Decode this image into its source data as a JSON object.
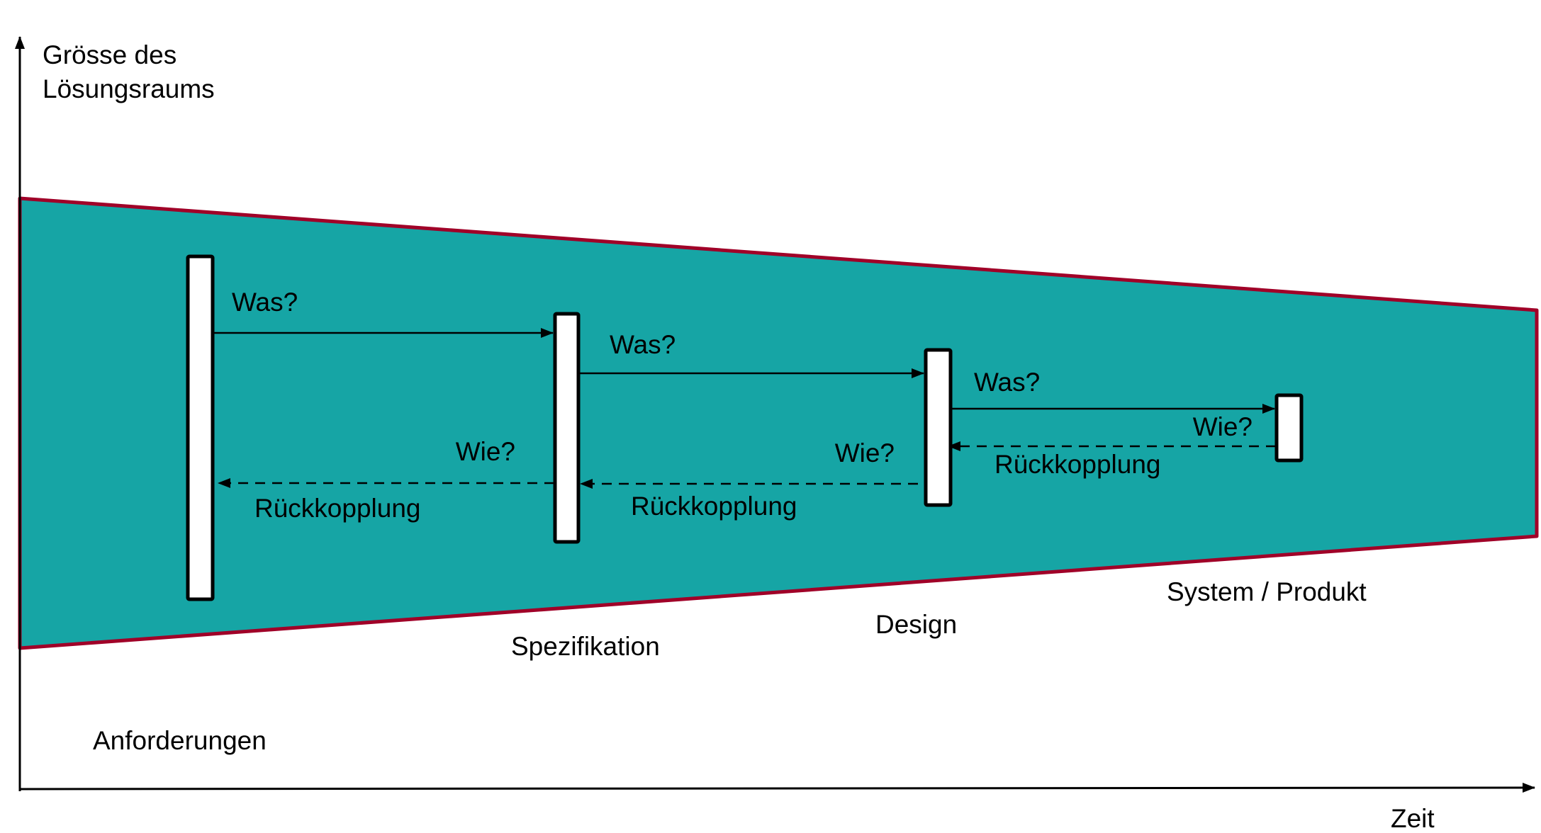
{
  "diagram": {
    "type": "funnel-process",
    "colors": {
      "funnel_fill": "#16A5A5",
      "funnel_border": "#A00028",
      "box_fill": "#FFFFFF",
      "line": "#000000"
    },
    "axes": {
      "y_label_line1": "Grösse des",
      "y_label_line2": "Lösungsraums",
      "x_label": "Zeit"
    },
    "phases": [
      {
        "name": "Anforderungen"
      },
      {
        "name": "Spezifikation"
      },
      {
        "name": "Design"
      },
      {
        "name": "System / Produkt"
      }
    ],
    "forward_arrows": [
      {
        "from": "Anforderungen",
        "to": "Spezifikation",
        "label": "Was?"
      },
      {
        "from": "Spezifikation",
        "to": "Design",
        "label": "Was?"
      },
      {
        "from": "Design",
        "to": "System / Produkt",
        "label": "Was?"
      }
    ],
    "feedback_arrows": [
      {
        "from": "Spezifikation",
        "to": "Anforderungen",
        "question": "Wie?",
        "label": "Rückkopplung"
      },
      {
        "from": "Design",
        "to": "Spezifikation",
        "question": "Wie?",
        "label": "Rückkopplung"
      },
      {
        "from": "System / Produkt",
        "to": "Design",
        "question": "Wie?",
        "label": "Rückkopplung"
      }
    ]
  }
}
